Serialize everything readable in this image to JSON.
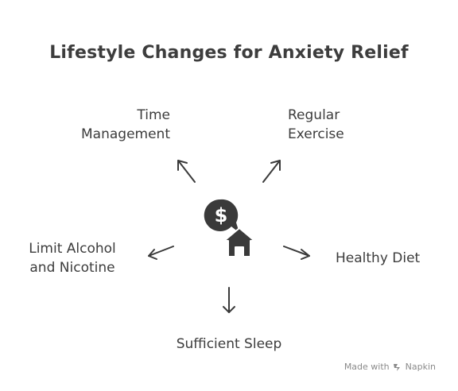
{
  "title": "Lifestyle Changes for Anxiety Relief",
  "center_icon": "money-house-icon",
  "items": [
    {
      "id": "time-management",
      "lines": [
        "Time",
        "Management"
      ]
    },
    {
      "id": "regular-exercise",
      "lines": [
        "Regular",
        "Exercise"
      ]
    },
    {
      "id": "limit-alcohol",
      "lines": [
        "Limit Alcohol",
        "and Nicotine"
      ]
    },
    {
      "id": "healthy-diet",
      "lines": [
        "Healthy Diet"
      ]
    },
    {
      "id": "sufficient-sleep",
      "lines": [
        "Sufficient Sleep"
      ]
    }
  ],
  "footer": {
    "made_with": "Made with",
    "brand": "Napkin"
  },
  "colors": {
    "text": "#3c3c3c",
    "icon": "#3a3a3a",
    "footer": "#8a8a8a"
  }
}
